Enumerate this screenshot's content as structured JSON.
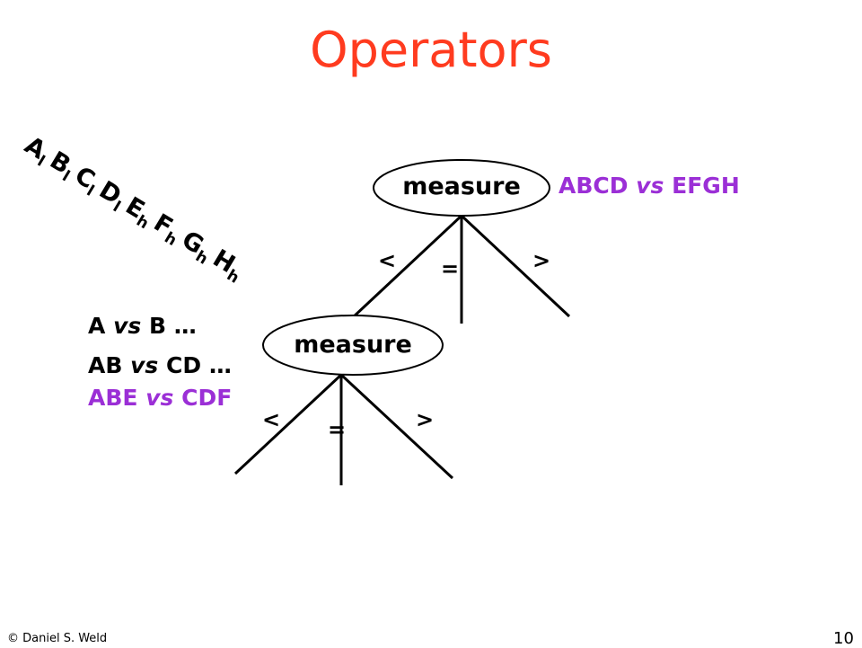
{
  "title": "Operators",
  "top_node": {
    "label": "measure",
    "annotation_left": "ABCD",
    "annotation_vs": "vs",
    "annotation_right": "EFGH",
    "branch_less": "<",
    "branch_equal": "=",
    "branch_greater": ">"
  },
  "bottom_node": {
    "label": "measure",
    "branch_less": "<",
    "branch_equal": "=",
    "branch_greater": ">"
  },
  "coins": [
    {
      "letter": "A",
      "sub": "l"
    },
    {
      "letter": "B",
      "sub": "l"
    },
    {
      "letter": "C",
      "sub": "l"
    },
    {
      "letter": "D",
      "sub": "l"
    },
    {
      "letter": "E",
      "sub": "h"
    },
    {
      "letter": "F",
      "sub": "h"
    },
    {
      "letter": "G",
      "sub": "h"
    },
    {
      "letter": "H",
      "sub": "h"
    }
  ],
  "comparisons": [
    {
      "left": "A",
      "vs": "vs",
      "right": "B …",
      "color": "#000000"
    },
    {
      "left": "AB",
      "vs": "vs",
      "right": "CD …",
      "color": "#000000"
    },
    {
      "left": "ABE",
      "vs": "vs",
      "right": "CDF",
      "color": "#9b2fd6"
    }
  ],
  "footer": {
    "copyright": "© Daniel S. Weld",
    "page_number": "10"
  }
}
